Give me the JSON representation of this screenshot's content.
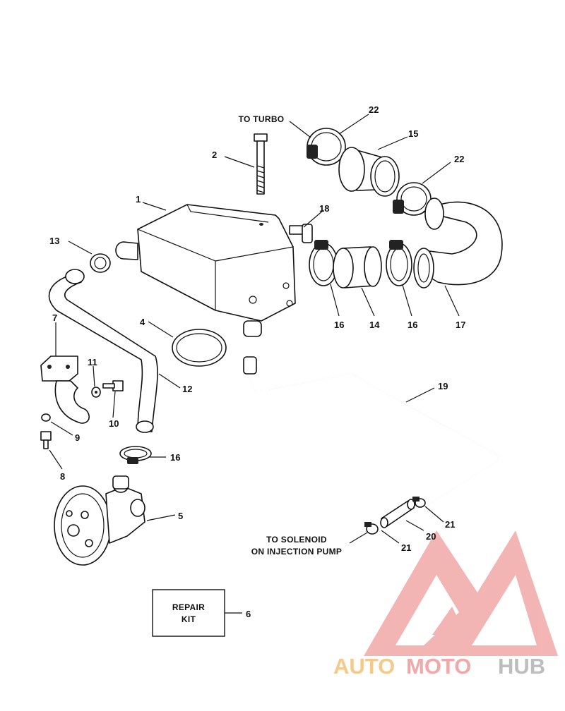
{
  "diagram": {
    "labels": {
      "to_turbo": "TO TURBO",
      "to_solenoid_line1": "TO SOLENOID",
      "to_solenoid_line2": "ON INJECTION PUMP",
      "repair_kit_line1": "REPAIR",
      "repair_kit_line2": "KIT"
    },
    "callouts": {
      "c1": "1",
      "c2": "2",
      "c4": "4",
      "c5": "5",
      "c6": "6",
      "c7": "7",
      "c8": "8",
      "c9": "9",
      "c10": "10",
      "c11": "11",
      "c12": "12",
      "c13": "13",
      "c14": "14",
      "c15": "15",
      "c16a": "16",
      "c16b": "16",
      "c16c": "16",
      "c17": "17",
      "c18": "18",
      "c19": "19",
      "c20": "20",
      "c21a": "21",
      "c21b": "21",
      "c22a": "22",
      "c22b": "22"
    }
  },
  "watermark": {
    "brand_part1": "AUTO",
    "brand_part2": "MOTO",
    "brand_part3": "HUB",
    "color_primary": "#f2a8a8",
    "color_accent": "#f5c98a",
    "color_grey": "#bdbdbd"
  }
}
